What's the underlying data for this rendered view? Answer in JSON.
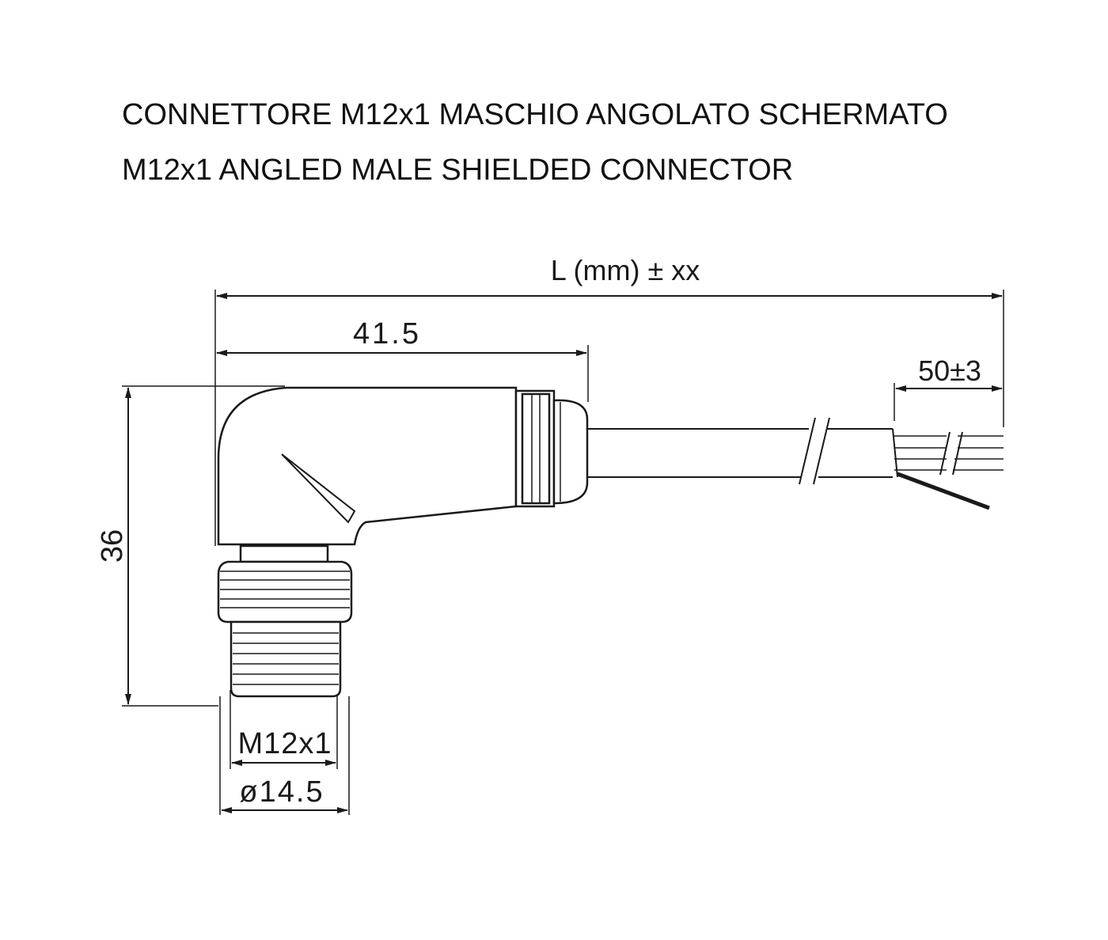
{
  "title": {
    "line_it": "CONNETTORE M12x1 MASCHIO ANGOLATO SCHERMATO",
    "line_en": "M12x1 ANGLED MALE SHIELDED CONNECTOR"
  },
  "dimensions": {
    "total_length": "L (mm) ± xx",
    "head_length": "41.5",
    "strip_length": "50±3",
    "height": "36",
    "thread": "M12x1",
    "diameter": "ø14.5"
  },
  "colors": {
    "line": "#1a1a1a",
    "background": "#ffffff"
  }
}
